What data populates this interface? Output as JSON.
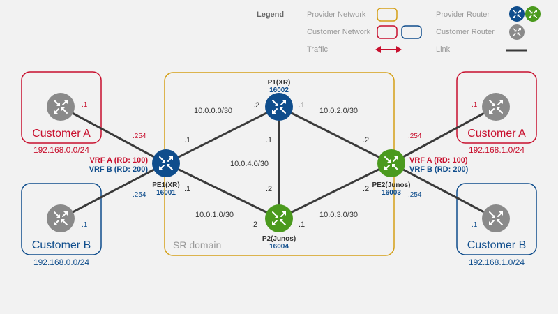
{
  "colors": {
    "provider_router": "#0f4d8c",
    "provider_router_alt": "#4b9a1e",
    "customer_router": "#8a8a8a",
    "provider_network": "#d4a017",
    "customer_a": "#c8102e",
    "customer_b": "#0f4d8c",
    "link": "#3a3a3a"
  },
  "legend": {
    "title": "Legend",
    "provider_network": "Provider Network",
    "customer_network": "Customer Network",
    "traffic": "Traffic",
    "provider_router": "Provider Router",
    "customer_router": "Customer Router",
    "link": "Link"
  },
  "domain_label": "SR domain",
  "routers": {
    "p1": {
      "name": "P1(XR)",
      "sid": "16002"
    },
    "p2": {
      "name": "P2(Junos)",
      "sid": "16004"
    },
    "pe1": {
      "name": "PE1(XR)",
      "sid": "16001"
    },
    "pe2": {
      "name": "PE2(Junos)",
      "sid": "16003"
    }
  },
  "customers": {
    "left_a": {
      "name": "Customer A",
      "subnet": "192.168.0.0/24",
      "host": ".1",
      "pe_side": ".254"
    },
    "left_b": {
      "name": "Customer B",
      "subnet": "192.168.0.0/24",
      "host": ".1",
      "pe_side": ".254"
    },
    "right_a": {
      "name": "Customer A",
      "subnet": "192.168.1.0/24",
      "host": ".1",
      "pe_side": ".254"
    },
    "right_b": {
      "name": "Customer B",
      "subnet": "192.168.1.0/24",
      "host": ".1",
      "pe_side": ".254"
    }
  },
  "vrf": {
    "pe1_a": "VRF A (RD: 100)",
    "pe1_b": "VRF B (RD: 200)",
    "pe2_a": "VRF A (RD: 100)",
    "pe2_b": "VRF B (RD: 200)"
  },
  "links": {
    "pe1_p1": {
      "net": "10.0.0.0/30",
      "a": ".1",
      "b": ".2"
    },
    "p1_pe2": {
      "net": "10.0.2.0/30",
      "a": ".1",
      "b": ".2"
    },
    "pe1_p2": {
      "net": "10.0.1.0/30",
      "a": ".1",
      "b": ".2"
    },
    "p2_pe2": {
      "net": "10.0.3.0/30",
      "a": ".1",
      "b": ".2"
    },
    "p1_p2": {
      "net": "10.0.4.0/30",
      "a": ".1",
      "b": ".2"
    }
  }
}
